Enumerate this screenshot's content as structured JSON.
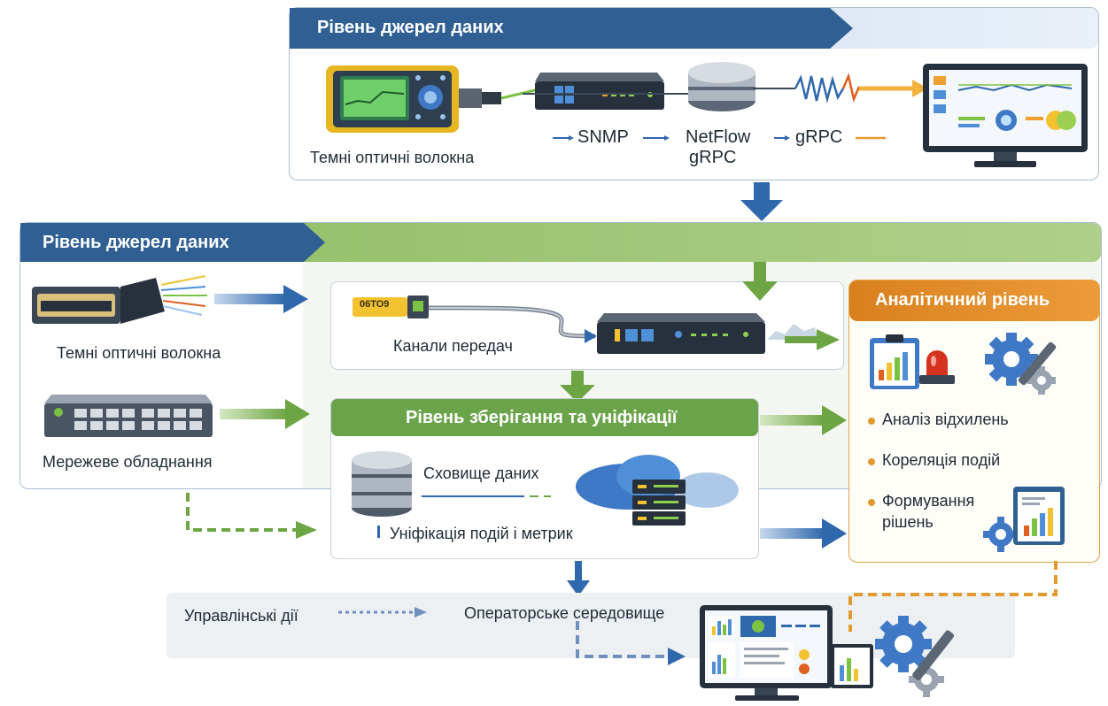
{
  "top_layer": {
    "title": "Рівень джерел даних",
    "source_label": "Темні оптичні волокна",
    "protocols": {
      "snmp": "SNMP",
      "netflow": "NetFlow",
      "grpc_under": "gRPC",
      "grpc_right": "gRPC"
    }
  },
  "main_layer": {
    "title": "Рівень джерел даних",
    "sources": [
      {
        "label": "Темні оптичні волокна",
        "icon": "fiber-cable-icon"
      },
      {
        "label": "Мережеве обладнання",
        "icon": "network-switch-icon"
      }
    ]
  },
  "transmission": {
    "label": "Канали передач",
    "tag_text": "06TO9"
  },
  "storage_layer": {
    "title": "Рівень зберігання та уніфікації",
    "storage_label": "Сховище даних",
    "unification_label": "Уніфікація подій і метрик"
  },
  "analytics_layer": {
    "title": "Аналітичний рівень",
    "items": [
      "Аналіз відхилень",
      "Кореляція подій",
      "Формування",
      "рішень"
    ]
  },
  "operator": {
    "actions_label": "Управлінські дії",
    "environment_label": "Операторське середовище"
  },
  "colors": {
    "blue_header": "#2f5f93",
    "green_header": "#6aa34a",
    "orange_header": "#d9801e",
    "arrow_blue": "#2f68ad",
    "arrow_green": "#6ea544",
    "arrow_orange": "#e29a2c"
  }
}
